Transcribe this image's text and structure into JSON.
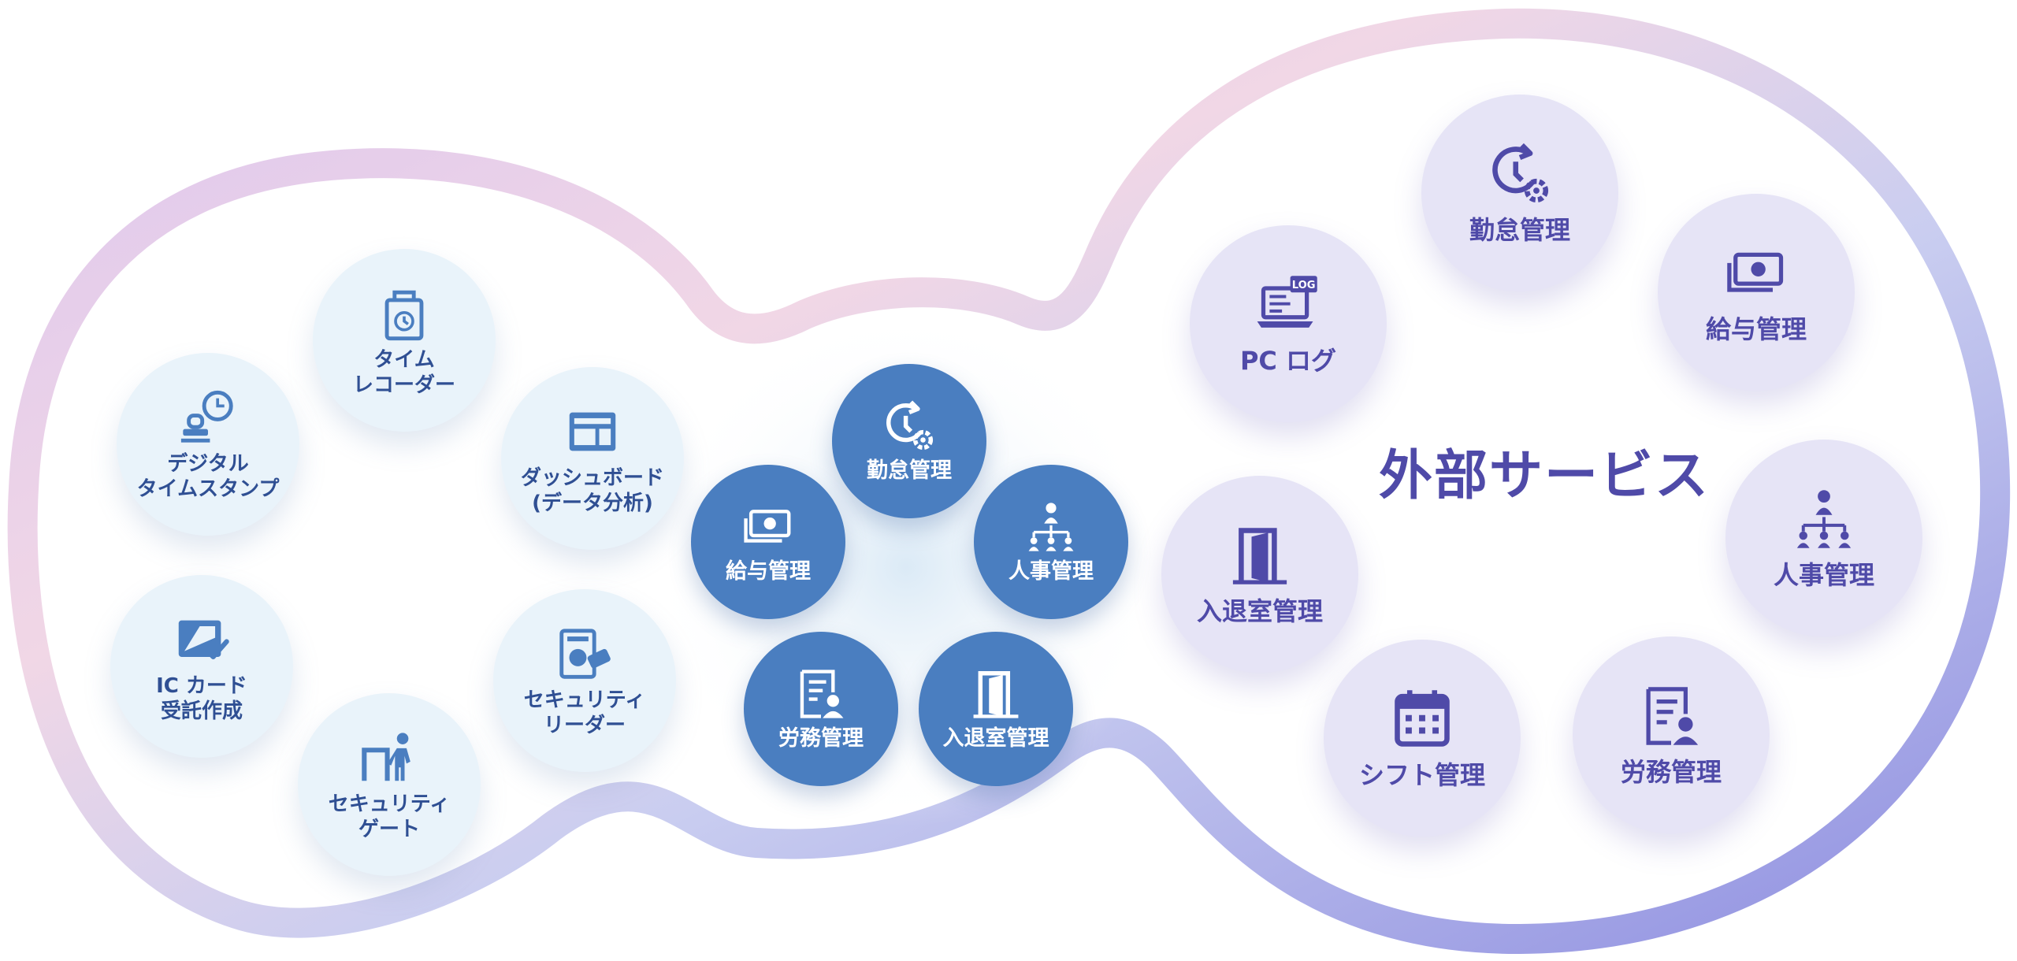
{
  "diagram": {
    "external_title": "外部サービス",
    "left_devices": [
      {
        "label": "タイム\nレコーダー",
        "icon": "lock-clock-icon"
      },
      {
        "label": "デジタル\nタイムスタンプ",
        "icon": "stamp-clock-icon"
      },
      {
        "label": "ダッシュボード\n(データ分析)",
        "icon": "dashboard-icon"
      },
      {
        "label": "IC カード\n受託作成",
        "icon": "ic-card-check-icon"
      },
      {
        "label": "セキュリティ\nリーダー",
        "icon": "card-reader-icon"
      },
      {
        "label": "セキュリティ\nゲート",
        "icon": "security-gate-icon"
      }
    ],
    "core_modules": [
      {
        "label": "勤怠管理",
        "icon": "clock-gear-icon"
      },
      {
        "label": "給与管理",
        "icon": "money-icon"
      },
      {
        "label": "人事管理",
        "icon": "org-chart-icon"
      },
      {
        "label": "労務管理",
        "icon": "document-person-icon"
      },
      {
        "label": "入退室管理",
        "icon": "door-icon"
      }
    ],
    "external_services": [
      {
        "label": "勤怠管理",
        "icon": "clock-gear-icon"
      },
      {
        "label": "給与管理",
        "icon": "money-icon"
      },
      {
        "label": "PC ログ",
        "icon": "laptop-log-icon",
        "badge": "LOG"
      },
      {
        "label": "人事管理",
        "icon": "org-chart-icon"
      },
      {
        "label": "入退室管理",
        "icon": "door-icon"
      },
      {
        "label": "シフト管理",
        "icon": "calendar-icon"
      },
      {
        "label": "労務管理",
        "icon": "document-person-icon"
      }
    ],
    "colors": {
      "left_circle": "#e9f3fa",
      "left_icon": "#4a7ec0",
      "core_circle": "#4a7ec0",
      "right_circle": "#e6e4f6",
      "right_accent": "#4f4aa8"
    }
  }
}
